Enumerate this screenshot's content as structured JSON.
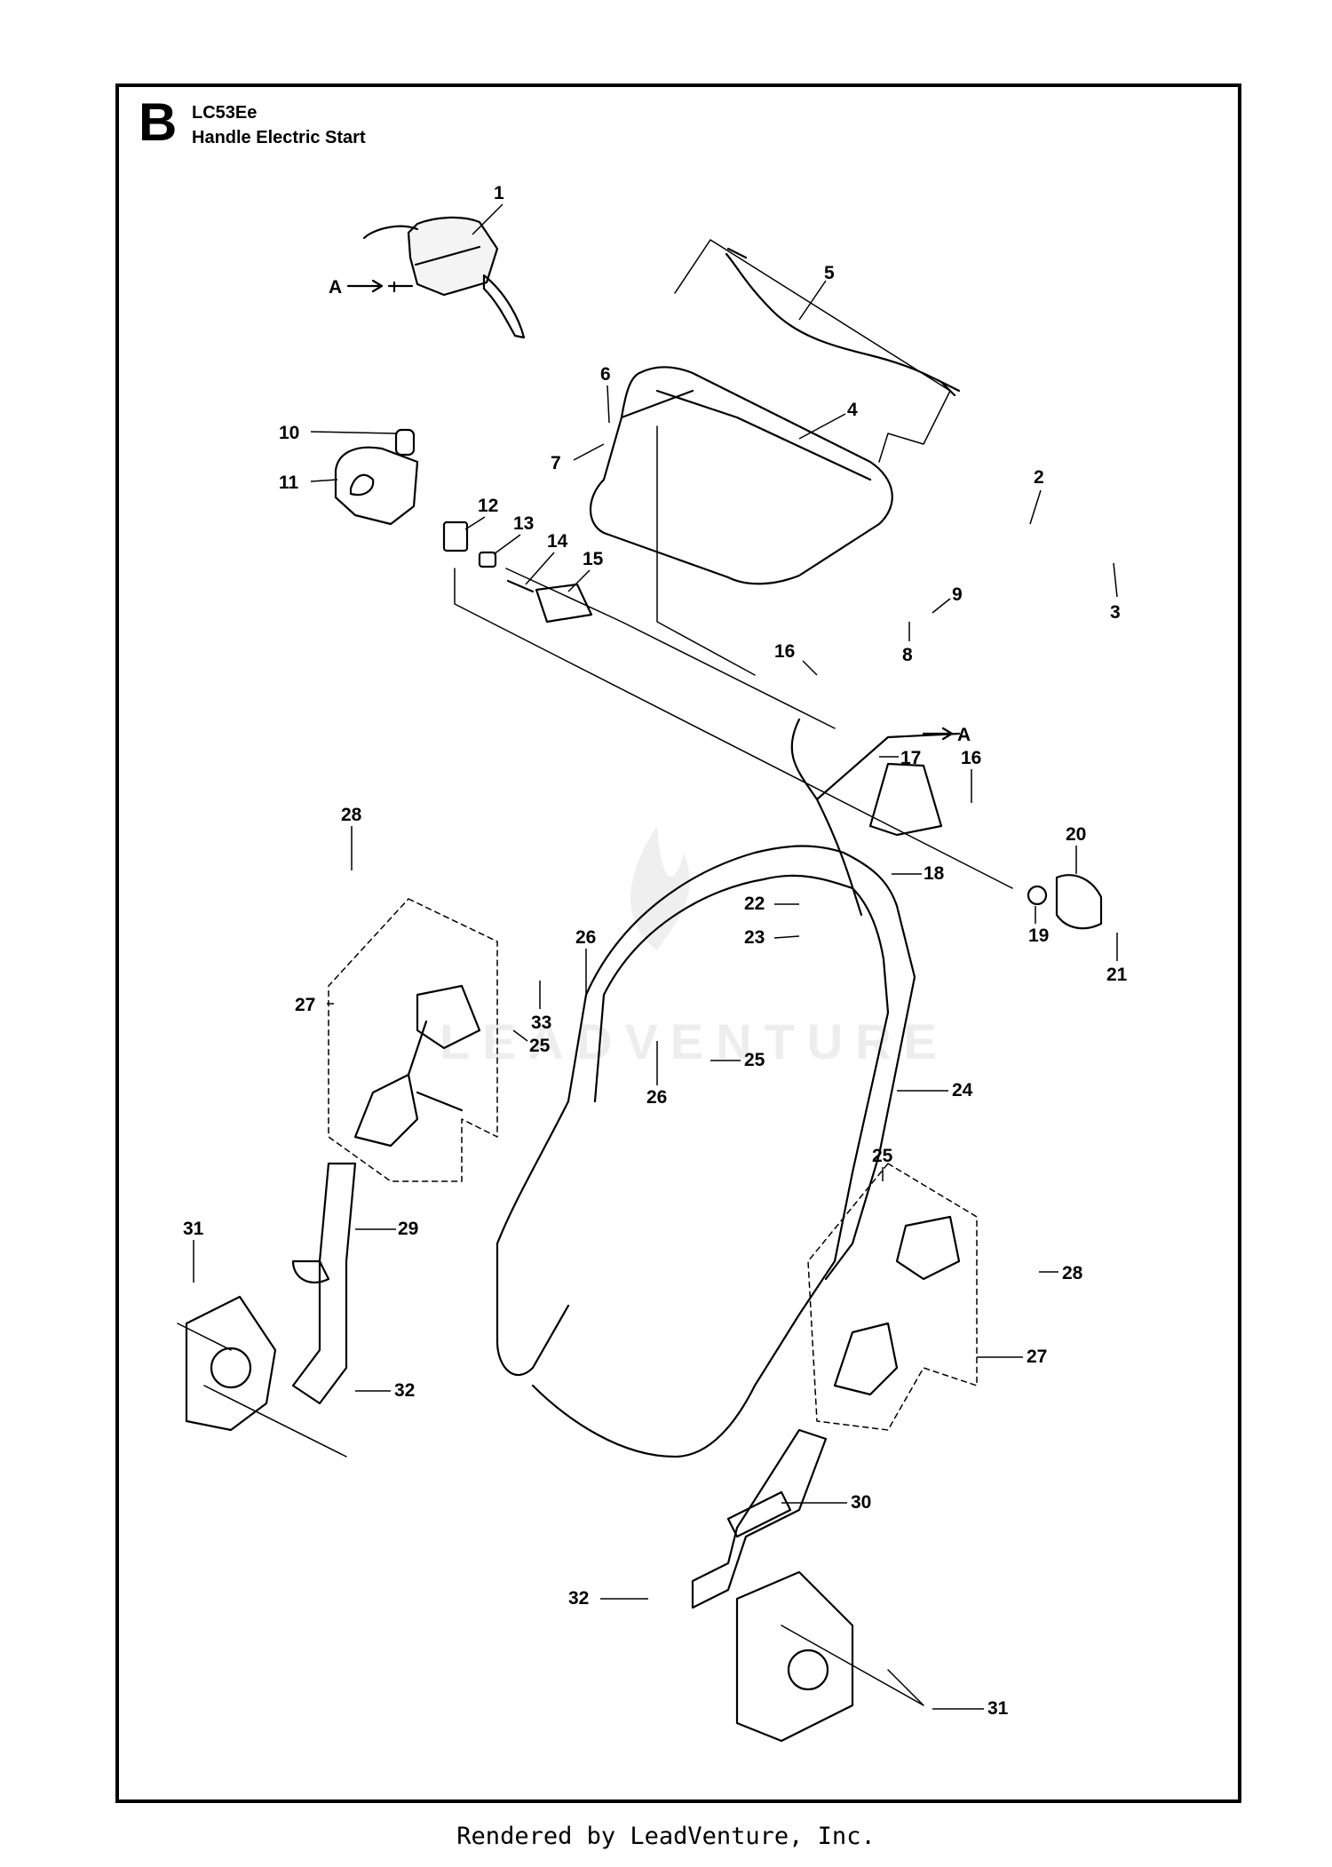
{
  "header": {
    "section_letter": "B",
    "model": "LC53Ee",
    "title": "Handle Electric Start"
  },
  "footer": {
    "text": "Rendered by LeadVenture, Inc."
  },
  "watermark": {
    "text": "LEADVENTURE"
  },
  "callouts": [
    {
      "id": "c1",
      "label": "1"
    },
    {
      "id": "c2",
      "label": "2"
    },
    {
      "id": "c3",
      "label": "3"
    },
    {
      "id": "c4",
      "label": "4"
    },
    {
      "id": "c5",
      "label": "5"
    },
    {
      "id": "c6",
      "label": "6"
    },
    {
      "id": "c7",
      "label": "7"
    },
    {
      "id": "c8",
      "label": "8"
    },
    {
      "id": "c9",
      "label": "9"
    },
    {
      "id": "c10",
      "label": "10"
    },
    {
      "id": "c11",
      "label": "11"
    },
    {
      "id": "c12",
      "label": "12"
    },
    {
      "id": "c13",
      "label": "13"
    },
    {
      "id": "c14",
      "label": "14"
    },
    {
      "id": "c15",
      "label": "15"
    },
    {
      "id": "c16a",
      "label": "16"
    },
    {
      "id": "c16b",
      "label": "16"
    },
    {
      "id": "c17",
      "label": "17"
    },
    {
      "id": "c18",
      "label": "18"
    },
    {
      "id": "c19",
      "label": "19"
    },
    {
      "id": "c20",
      "label": "20"
    },
    {
      "id": "c21",
      "label": "21"
    },
    {
      "id": "c22",
      "label": "22"
    },
    {
      "id": "c23",
      "label": "23"
    },
    {
      "id": "c24",
      "label": "24"
    },
    {
      "id": "c25a",
      "label": "25"
    },
    {
      "id": "c25b",
      "label": "25"
    },
    {
      "id": "c25c",
      "label": "25"
    },
    {
      "id": "c26a",
      "label": "26"
    },
    {
      "id": "c26b",
      "label": "26"
    },
    {
      "id": "c27a",
      "label": "27"
    },
    {
      "id": "c27b",
      "label": "27"
    },
    {
      "id": "c28a",
      "label": "28"
    },
    {
      "id": "c28b",
      "label": "28"
    },
    {
      "id": "c29",
      "label": "29"
    },
    {
      "id": "c30",
      "label": "30"
    },
    {
      "id": "c31a",
      "label": "31"
    },
    {
      "id": "c31b",
      "label": "31"
    },
    {
      "id": "c32a",
      "label": "32"
    },
    {
      "id": "c32b",
      "label": "32"
    },
    {
      "id": "c33",
      "label": "33"
    },
    {
      "id": "cAa",
      "label": "A"
    },
    {
      "id": "cAb",
      "label": "A"
    }
  ],
  "colors": {
    "line": "#000000",
    "background": "#ffffff",
    "watermark": "#ededed"
  }
}
